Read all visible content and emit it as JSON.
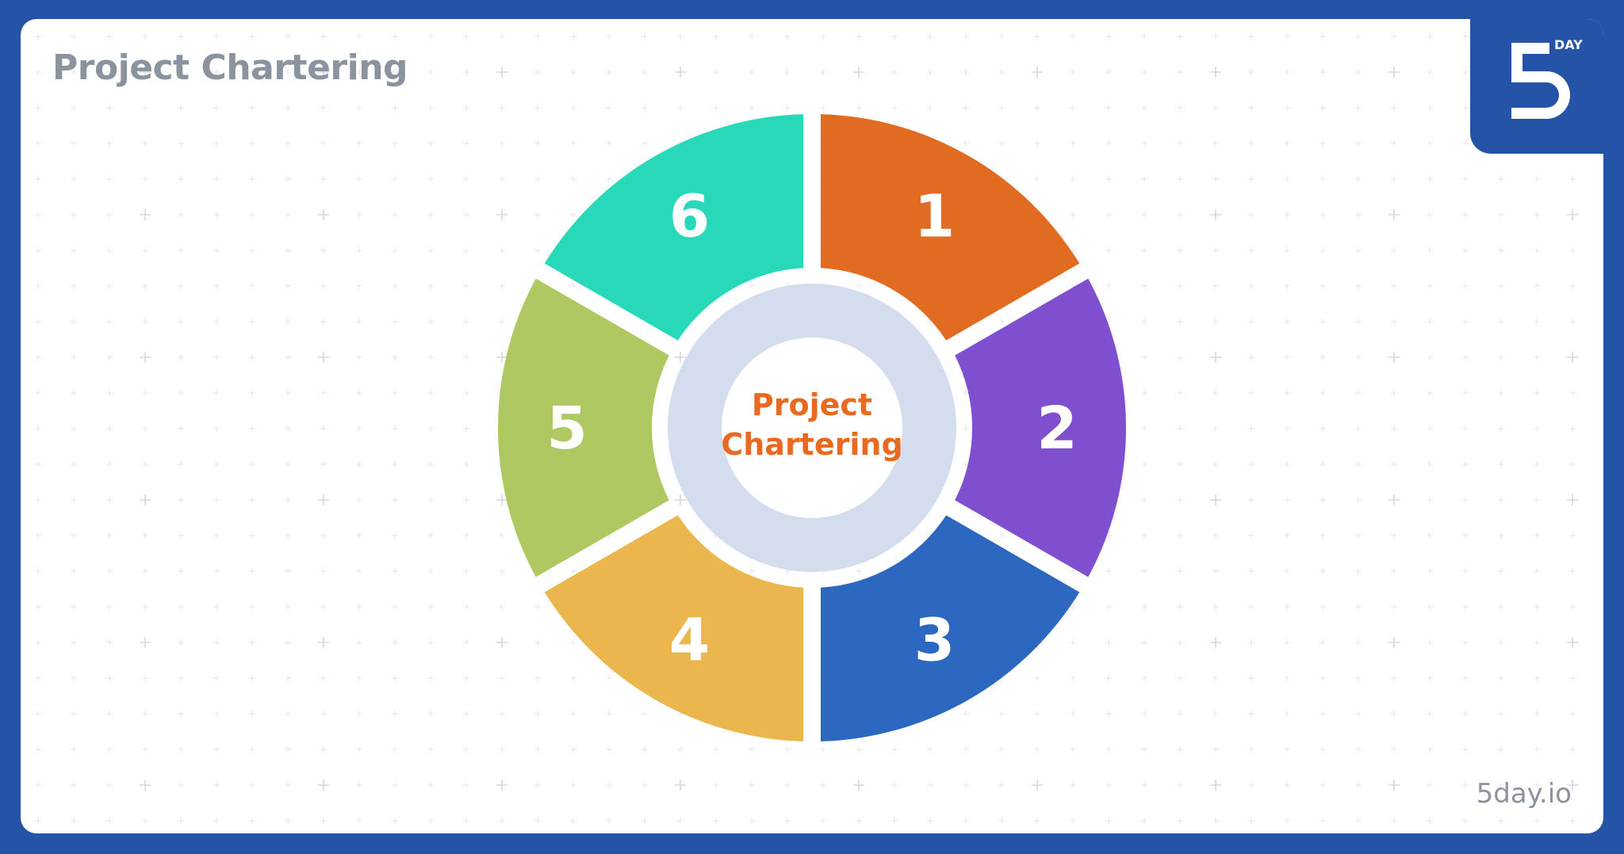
{
  "title": "Project Chartering",
  "watermark": "5day.io",
  "logo": {
    "text": "DAY",
    "mark": "5"
  },
  "diagram": {
    "center_label_line1": "Project",
    "center_label_line2": "Chartering",
    "segments": [
      {
        "label": "1",
        "color": "#e16b21"
      },
      {
        "label": "2",
        "color": "#7e4fcf"
      },
      {
        "label": "3",
        "color": "#2d68c0"
      },
      {
        "label": "4",
        "color": "#ecb64e"
      },
      {
        "label": "5",
        "color": "#aec962"
      },
      {
        "label": "6",
        "color": "#27d9b9"
      }
    ],
    "ring_color": "#d3ddee",
    "center_text_color": "#e8691f"
  }
}
